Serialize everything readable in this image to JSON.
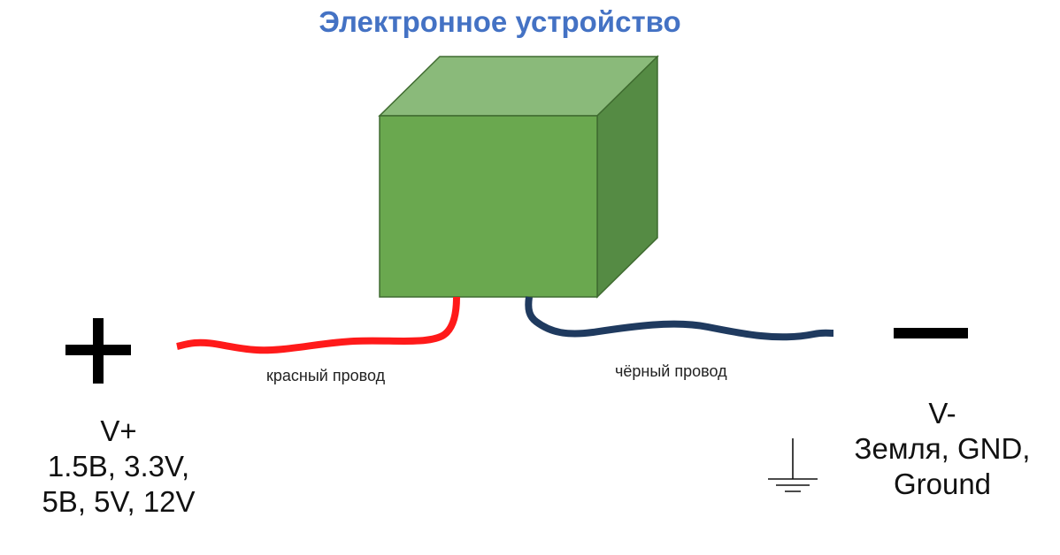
{
  "title": "Электронное устройство",
  "wires": {
    "red_label": "красный провод",
    "black_label": "чёрный провод"
  },
  "positive": {
    "symbol": "+",
    "label": "V+",
    "voltages_line1": "1.5В, 3.3V,",
    "voltages_line2": "5В, 5V, 12V"
  },
  "negative": {
    "symbol": "−",
    "label": "V-",
    "names_line1": "Земля, GND,",
    "names_line2": "Ground"
  },
  "colors": {
    "title": "#4472c4",
    "cube_front": "#6aa84f",
    "cube_top": "#8aba7a",
    "cube_side": "#558b44",
    "cube_edge": "#3f6b30",
    "red_wire": "#ff1a1a",
    "black_wire": "#1f3a5f",
    "symbols": "#000000"
  },
  "icons": {
    "ground": "ground-symbol-icon"
  }
}
